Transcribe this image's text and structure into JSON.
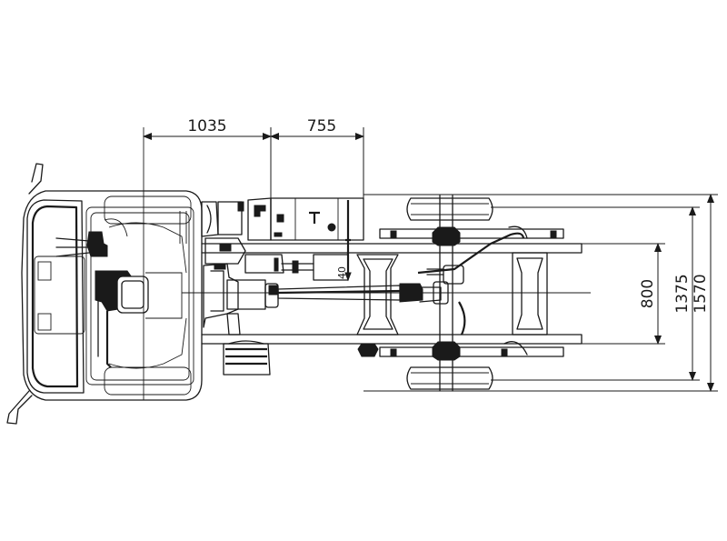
{
  "diagram": {
    "dimensions": {
      "cab_to_body": "1035",
      "body_length": "755",
      "frame_width": "800",
      "track_inner": "1375",
      "track_outer": "1570",
      "box_label": "40"
    }
  }
}
